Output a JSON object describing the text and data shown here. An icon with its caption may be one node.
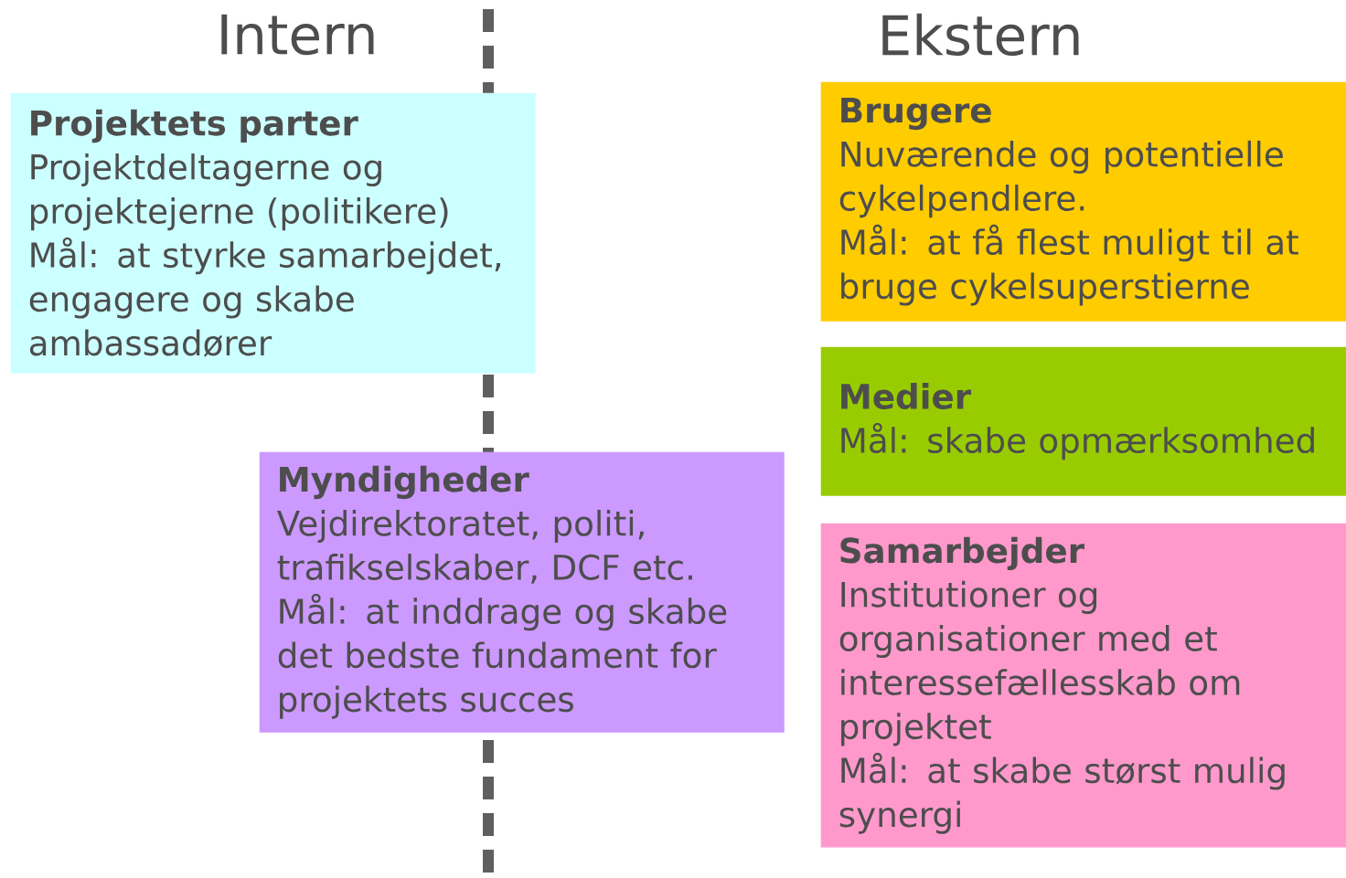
{
  "diagram": {
    "nodes": [
      {
        "text": [
          "Projektets parter",
          "Projektdeltagerne og projektejerne (politikere)",
          "Mål: at styrke samarbejdet, engagere og skabe ambassadører"
        ]
      },
      {
        "text": [
          "Myndigheder",
          "Vejdirektoratet, politi, trafikselskaber, DCF etc.",
          "Mål: at inddrage og skabe det bedste fundament for projektets succes"
        ]
      },
      {
        "text": [
          "Brugere",
          "Nuværende og potentielle cykelpendlere.",
          "Mål: at få flest muligt til at bruge cykelsuperstierne"
        ]
      },
      {
        "text": [
          "Medier",
          "Mål: skabe opmærksomhed"
        ]
      },
      {
        "text": [
          "Samarbejder",
          "Institutioner og organisationer med et interessefællesskab om projektet",
          "Mål: at skabe størst mulig synergi"
        ]
      }
    ],
    "labels": [
      "Intern",
      "Ekstern"
    ]
  }
}
